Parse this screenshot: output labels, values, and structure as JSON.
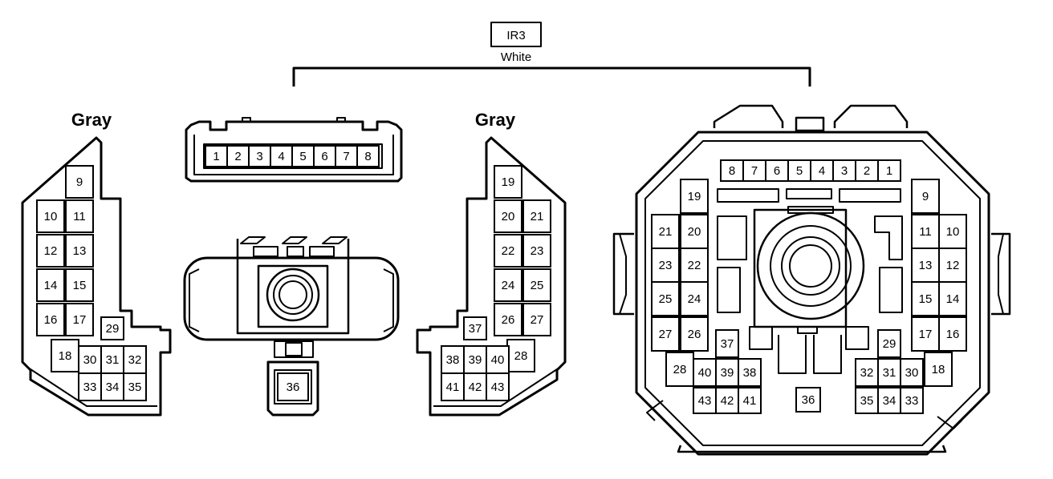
{
  "header": {
    "connector_code": "IR3",
    "connector_color": "White"
  },
  "left_connector": {
    "color_label": "Gray",
    "pins": [
      "9",
      "10",
      "11",
      "12",
      "13",
      "14",
      "15",
      "16",
      "17",
      "18",
      "29",
      "30",
      "31",
      "32",
      "33",
      "34",
      "35"
    ]
  },
  "top_middle_connector": {
    "pins": [
      "1",
      "2",
      "3",
      "4",
      "5",
      "6",
      "7",
      "8"
    ]
  },
  "bottom_middle_connector": {
    "pins": [
      "36"
    ]
  },
  "right_gray_connector": {
    "color_label": "Gray",
    "pins": [
      "19",
      "20",
      "21",
      "22",
      "23",
      "24",
      "25",
      "26",
      "27",
      "28",
      "37",
      "38",
      "39",
      "40",
      "41",
      "42",
      "43"
    ]
  },
  "large_connector": {
    "pins": [
      "8",
      "7",
      "6",
      "5",
      "4",
      "3",
      "2",
      "1",
      "19",
      "21",
      "20",
      "23",
      "22",
      "25",
      "24",
      "27",
      "26",
      "28",
      "37",
      "40",
      "39",
      "38",
      "43",
      "42",
      "41",
      "36",
      "9",
      "11",
      "10",
      "13",
      "12",
      "15",
      "14",
      "17",
      "16",
      "29",
      "18",
      "32",
      "31",
      "30",
      "35",
      "34",
      "33"
    ]
  }
}
